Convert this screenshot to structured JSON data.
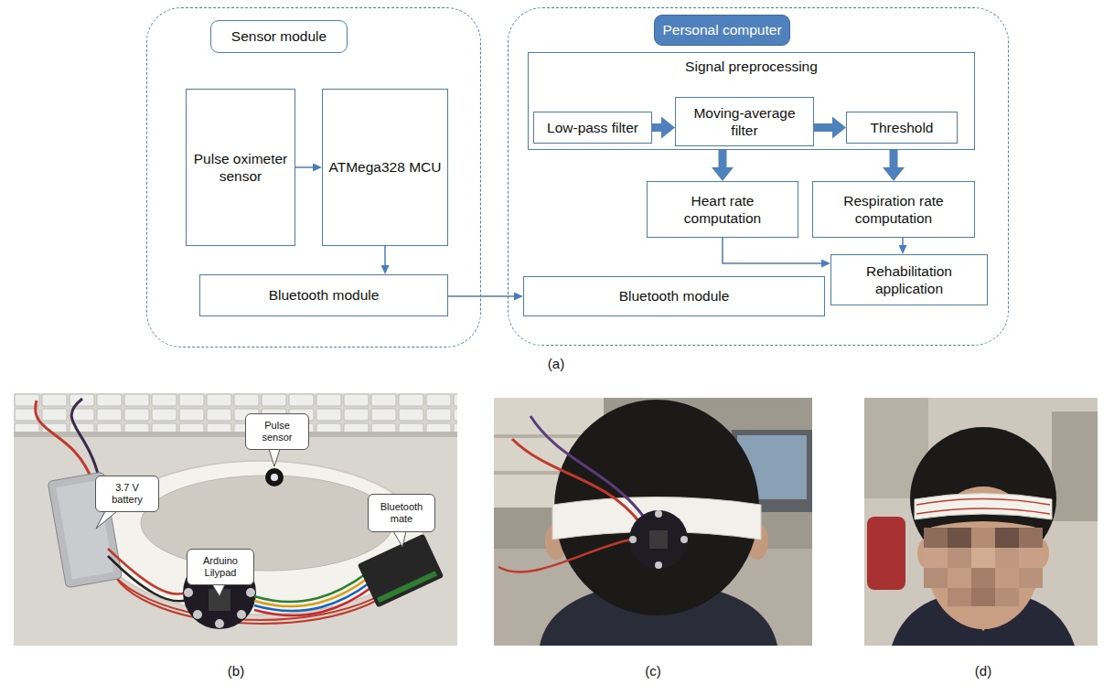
{
  "diagram": {
    "nodes": [
      {
        "text": [
          "Sensor module"
        ]
      },
      {
        "text": [
          "Pulse oximeter sensor"
        ],
        "in": 0
      },
      {
        "text": [
          "ATMega328 MCU"
        ],
        "in": 0
      },
      {
        "text": [
          "Bluetooth module"
        ],
        "in": 0
      },
      {
        "text": [
          "Personal computer"
        ]
      },
      {
        "text": [
          "Signal preprocessing"
        ],
        "in": 4
      },
      {
        "text": [
          "Low-pass filter"
        ],
        "in": 5
      },
      {
        "text": [
          "Moving-average filter"
        ],
        "in": 5
      },
      {
        "text": [
          "Threshold"
        ],
        "in": 5
      },
      {
        "text": [
          "Heart rate computation"
        ],
        "in": 4
      },
      {
        "text": [
          "Respiration rate computation"
        ],
        "in": 4
      },
      {
        "text": [
          "Rehabilitation application"
        ],
        "in": 4
      },
      {
        "text": [
          "Bluetooth module"
        ],
        "in": 4
      },
      {
        "text": [
          "Pulse sensor"
        ]
      },
      {
        "text": [
          "3.7 V battery"
        ]
      },
      {
        "text": [
          "Arduino Lilypad"
        ]
      },
      {
        "text": [
          "Bluetooth mate"
        ]
      }
    ],
    "edges": [
      {
        "from": 1,
        "to": 2,
        "arrow": "to"
      },
      {
        "from": 2,
        "to": 3,
        "arrow": "to"
      },
      {
        "from": 3,
        "to": 12,
        "arrow": "to"
      },
      {
        "from": 6,
        "to": 7,
        "arrow": "to"
      },
      {
        "from": 7,
        "to": 8,
        "arrow": "to"
      },
      {
        "from": 5,
        "to": 9,
        "arrow": "to"
      },
      {
        "from": 5,
        "to": 10,
        "arrow": "to"
      },
      {
        "from": 9,
        "to": 11,
        "arrow": "to"
      },
      {
        "from": 10,
        "to": 11,
        "arrow": "to"
      }
    ],
    "labels": [
      "(a)",
      "(b)",
      "(c)",
      "(d)"
    ]
  }
}
